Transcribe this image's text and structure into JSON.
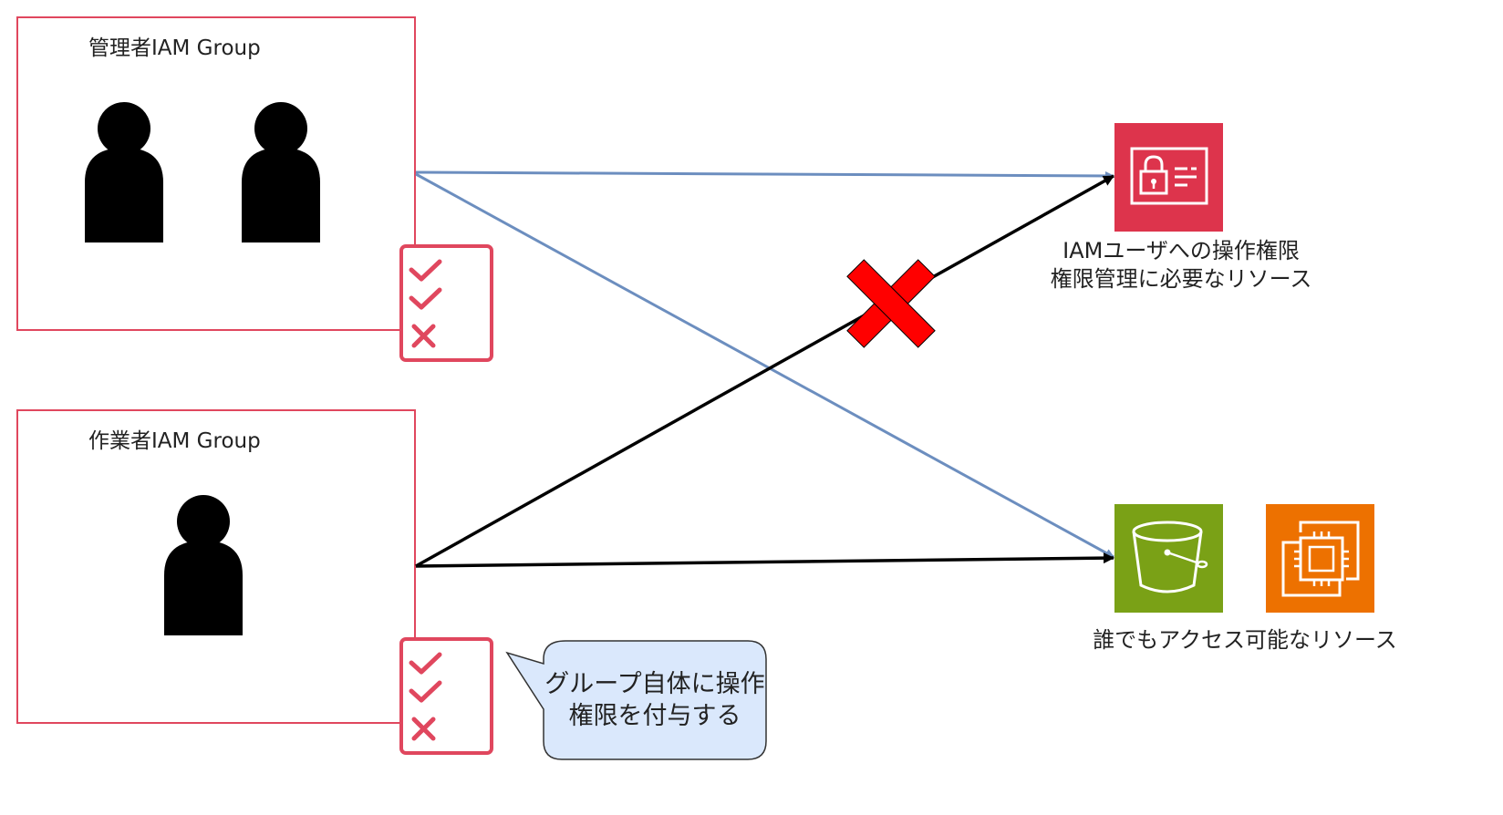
{
  "groups": {
    "admin": {
      "title": "管理者IAM Group"
    },
    "worker": {
      "title": "作業者IAM Group"
    }
  },
  "resources": {
    "iam": {
      "label_line1": "IAMユーザへの操作権限",
      "label_line2": "権限管理に必要なリソース"
    },
    "public": {
      "label": "誰でもアクセス可能なリソース"
    }
  },
  "callout": {
    "line1": "グループ自体に操作",
    "line2": "権限を付与する"
  },
  "colors": {
    "group_border": "#e0475e",
    "checklist": "#e0475e",
    "admin_arrow": "#6c8ebf",
    "worker_arrow": "#000000",
    "deny_cross": "#ff0000",
    "iam_icon_bg": "#dd344c",
    "s3_icon_bg": "#7aa116",
    "ec2_icon_bg": "#ed7100",
    "callout_fill": "#dae8fc"
  },
  "icons": {
    "users": "person-icon",
    "iam": "iam-identity-icon",
    "s3": "s3-bucket-icon",
    "ec2": "ec2-chip-icon",
    "checklist": "checklist-icon",
    "deny": "deny-cross-icon"
  }
}
